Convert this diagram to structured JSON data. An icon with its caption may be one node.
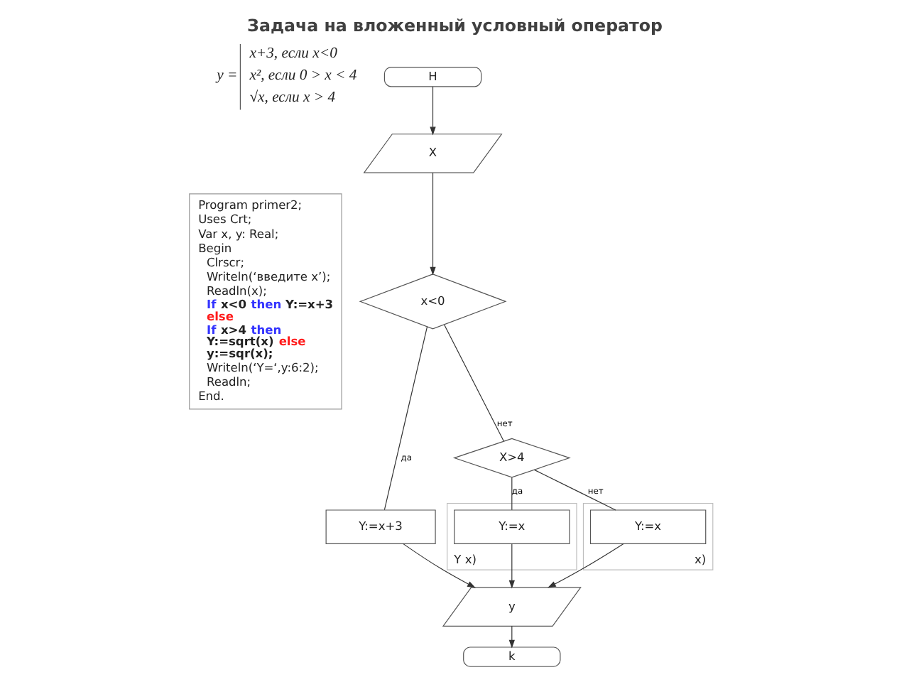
{
  "diagram": {
    "title": "Задача на вложенный условный оператор",
    "nodes": [
      {
        "text": [
          "Program primer2;",
          "Uses Crt;",
          "Var x, y: Real;",
          "Begin",
          "Clrscr;",
          "Writeln(‘введите x’);",
          "Readln(x);",
          "If x<0 then Y:=x+3 else",
          "If x>4 then Y:=sqrt(x) else y:=sqr(x);",
          "Writeln(‘Y=‘,y:6:2);",
          "Readln;",
          "End."
        ]
      },
      {
        "text": [
          "Н"
        ]
      },
      {
        "text": [
          "X"
        ]
      },
      {
        "text": [
          "x<0"
        ]
      },
      {
        "text": [
          "Y:=x+3"
        ]
      },
      {
        "text": [
          "X>4"
        ]
      },
      {
        "text": [
          "Y x)"
        ]
      },
      {
        "text": [
          "Y:=x"
        ],
        "in": 6
      },
      {
        "text": [
          "x)"
        ]
      },
      {
        "text": [
          "Y:=x"
        ],
        "in": 8
      },
      {
        "text": [
          "y"
        ]
      },
      {
        "text": [
          "k"
        ]
      }
    ],
    "edges": [
      {
        "from": 1,
        "to": 2,
        "arrow": "to"
      },
      {
        "from": 2,
        "to": 3,
        "arrow": "to"
      },
      {
        "from": 3,
        "to": 4,
        "arrow": "none",
        "label": "да"
      },
      {
        "from": 3,
        "to": 5,
        "arrow": "none",
        "label": "нет"
      },
      {
        "from": 5,
        "to": 7,
        "arrow": "none",
        "label": "да"
      },
      {
        "from": 5,
        "to": 9,
        "arrow": "none",
        "label": "нет"
      },
      {
        "from": 4,
        "to": 10,
        "arrow": "to"
      },
      {
        "from": 7,
        "to": 10,
        "arrow": "to"
      },
      {
        "from": 9,
        "to": 10,
        "arrow": "to"
      },
      {
        "from": 10,
        "to": 11,
        "arrow": "to"
      }
    ],
    "labels": [
      "y =",
      "x+3, если x<0",
      "x², если 0 > x < 4",
      "√x, если x > 4"
    ]
  }
}
